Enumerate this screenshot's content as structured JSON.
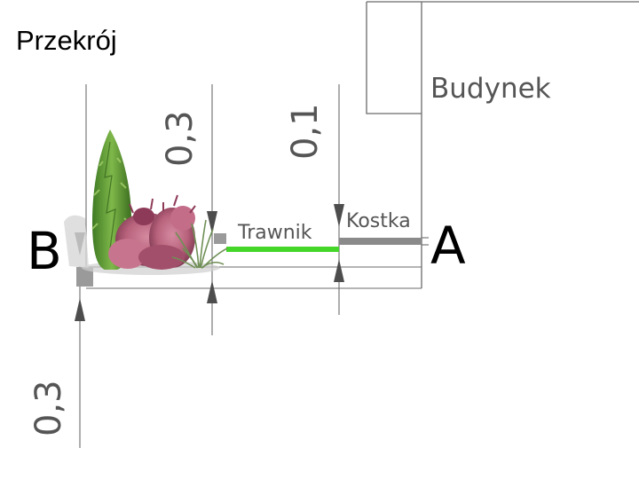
{
  "title": "Przekrój",
  "labels": {
    "building": "Budynek",
    "point_a": "A",
    "point_b": "B",
    "lawn": "Trawnik",
    "paving": "Kostka"
  },
  "dimensions": {
    "bed_width": "0,3",
    "lawn_width": "0,1",
    "bed_depth": "0,3"
  },
  "colors": {
    "lawn_line": "#45d62a",
    "paving_line": "#8a8a8a",
    "stroke": "#6b6b6b",
    "text_dark": "#000000",
    "text_gray": "#555555",
    "plant_conifer": "#5f9a34",
    "plant_heather": "#b8627c"
  },
  "icons": [
    "conifer-shrub-icon",
    "heather-plant-icon",
    "ornamental-grass-icon",
    "arrow-down-icon",
    "arrow-up-icon"
  ]
}
